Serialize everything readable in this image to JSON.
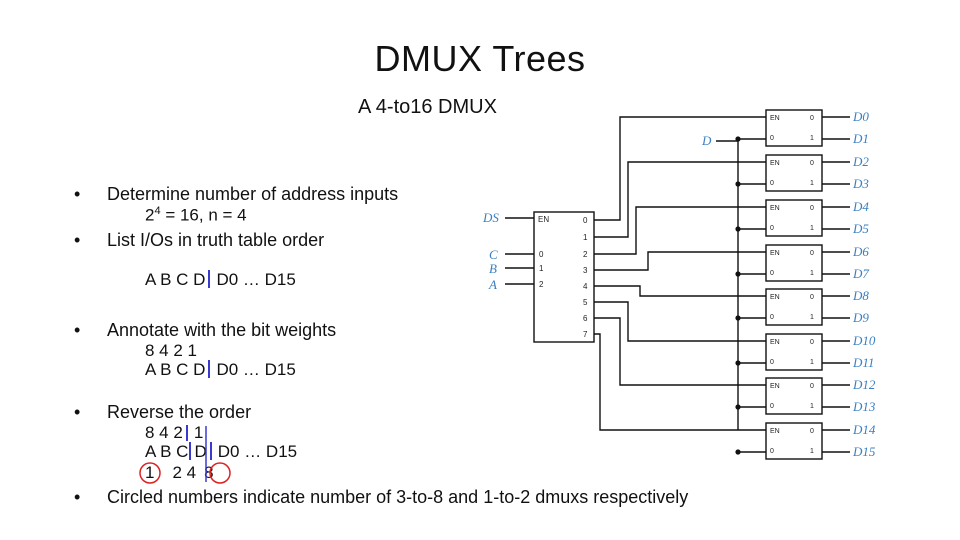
{
  "slide": {
    "title": "DMUX Trees",
    "subtitle": "A 4-to16 DMUX"
  },
  "bullets": [
    "Determine number of address inputs",
    "List I/Os in truth table order",
    "Annotate with the bit weights",
    "Reverse the order",
    "Circled numbers indicate number of 3-to-8 and 1-to-2 dmuxs respectively"
  ],
  "lines": {
    "equation_base": "2",
    "equation_exp": "4",
    "equation_rest": " = 16, n = 4",
    "order_left": "A  B  C  D",
    "order_right": "D0 … D15",
    "weights": "8  4  2  1",
    "rev_weights_left": "8  4  2",
    "rev_weights_right": "1",
    "rev_order_left": "A  B  C",
    "rev_order_mid": "D",
    "rev_order_right": "D0 … D15",
    "circled_1": "1",
    "mid_nums": "2  4",
    "circled_8": "8"
  },
  "diagram": {
    "ds_label": "DS",
    "c_label": "C",
    "b_label": "B",
    "a_label": "A",
    "d_label": "D",
    "en_label": "EN",
    "dmux_in_labels": [
      "0",
      "1",
      "2"
    ],
    "dmux_out_labels": [
      "0",
      "1",
      "2",
      "3",
      "4",
      "5",
      "6",
      "7"
    ],
    "small_out_labels": [
      "0",
      "1"
    ],
    "outputs": [
      "D0",
      "D1",
      "D2",
      "D3",
      "D4",
      "D5",
      "D6",
      "D7",
      "D8",
      "D9",
      "D10",
      "D11",
      "D12",
      "D13",
      "D14",
      "D15"
    ],
    "label_color": "#3a7fc1"
  }
}
